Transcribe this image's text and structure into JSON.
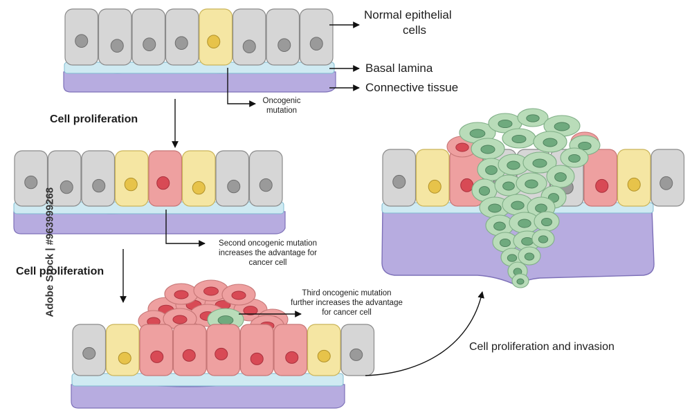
{
  "labels": {
    "normal_cells_line1": "Normal epithelial",
    "normal_cells_line2": "cells",
    "basal_lamina": "Basal lamina",
    "connective_tissue": "Connective tissue",
    "oncogenic_line1": "Oncogenic",
    "oncogenic_line2": "mutation",
    "proliferation_1": "Cell proliferation",
    "proliferation_2": "Cell proliferation",
    "second_line1": "Second oncogenic mutation",
    "second_line2": "increases the advantage for",
    "second_line3": "cancer cell",
    "third_line1": "Third oncogenic mutation",
    "third_line2": "further increases the advantage",
    "third_line3": "for cancer cell",
    "invasion": "Cell proliferation and invasion"
  },
  "watermark": {
    "side_text": "Adobe Stock | #963999268"
  },
  "colors": {
    "normal_cell": "#d6d6d6",
    "normal_nucleus": "#9a9a9a",
    "mutated_yellow": "#f5e6a3",
    "yellow_nucleus": "#e7c34a",
    "red_cell": "#eea0a0",
    "red_nucleus": "#d84a55",
    "green_cell": "#b9dcb9",
    "green_nucleus": "#6faa7e",
    "basal_lamina": "#cfeaf2",
    "connective_tissue": "#b7ace0"
  },
  "icons": [
    "arrow-right-icon",
    "arrow-down-icon",
    "curved-arrow-icon"
  ]
}
